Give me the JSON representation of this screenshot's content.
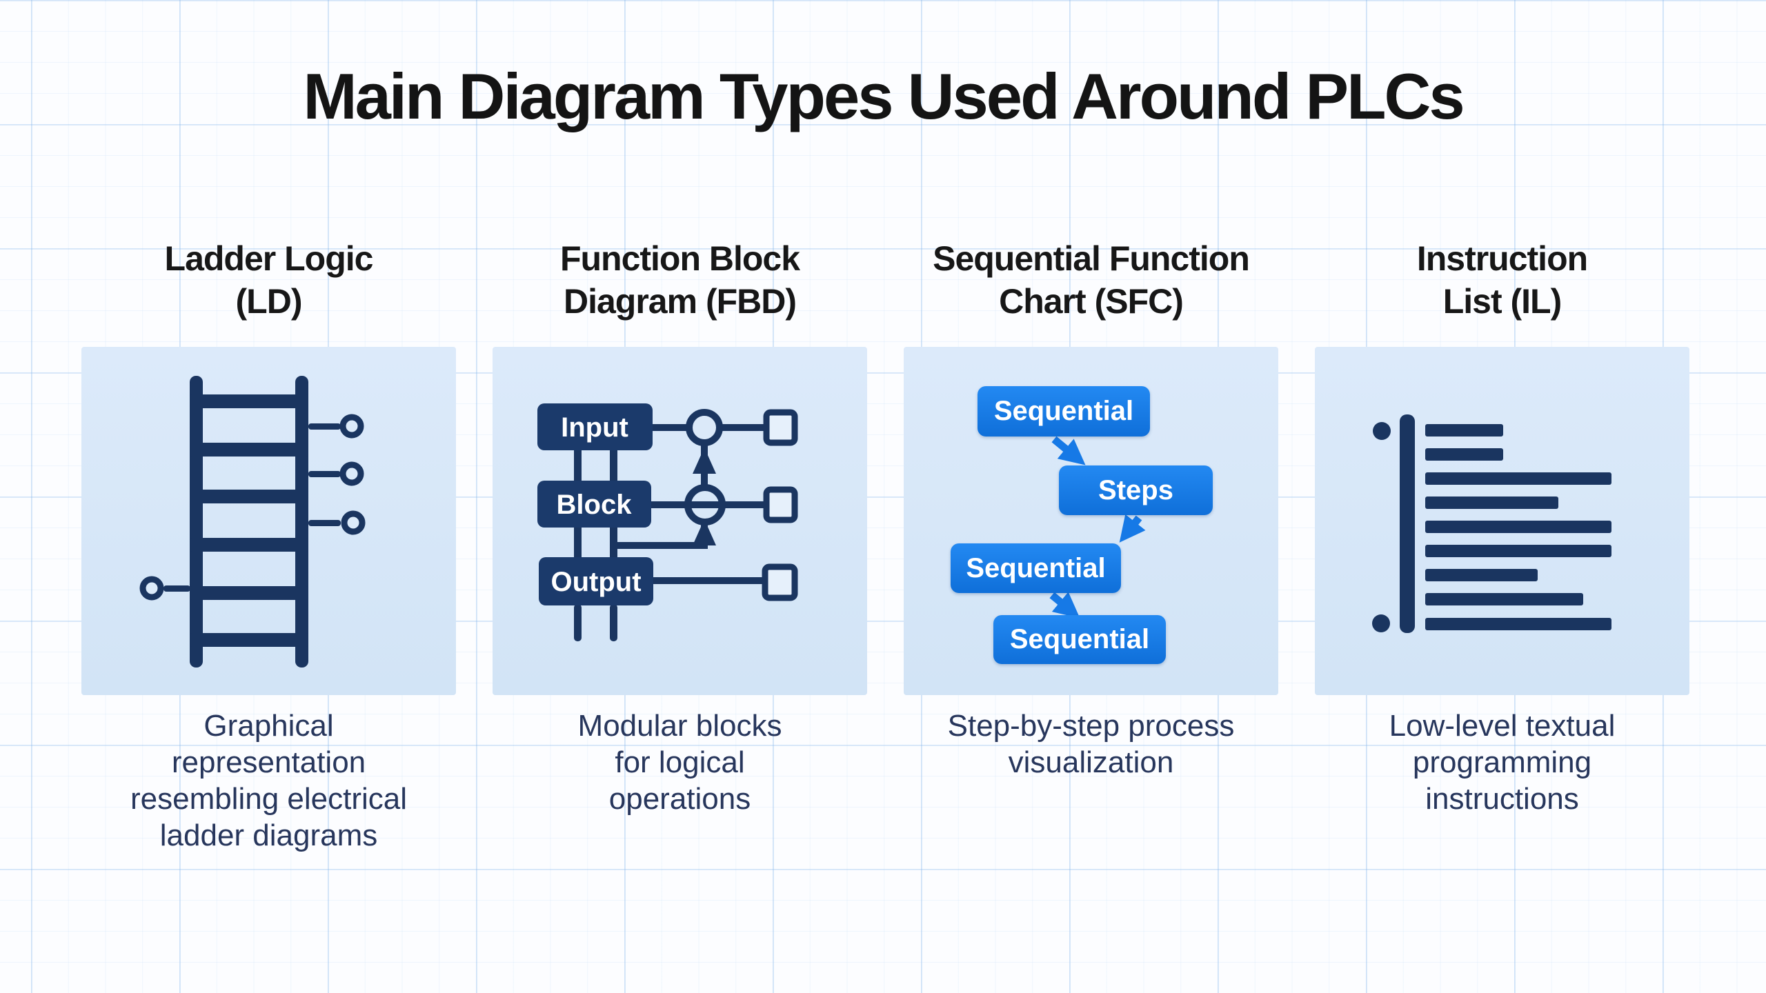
{
  "title": "Main Diagram Types Used Around PLCs",
  "colors": {
    "card_bg": "#d6e6f7",
    "navy": "#1a3560",
    "bright_blue": "#1679e6",
    "heading_text": "#171717",
    "description_text": "#27365c",
    "box_label_text": "#ffffff",
    "grid_line": "#8cb9eb"
  },
  "columns": [
    {
      "id": "ld",
      "title": "Ladder Logic (LD)",
      "title_lines": [
        "Ladder Logic",
        "(LD)"
      ],
      "icon": "ladder-logic-icon",
      "description": "Graphical representation resembling electrical ladder diagrams",
      "description_lines": [
        "Graphical",
        "representation",
        "resembling electrical",
        "ladder diagrams"
      ]
    },
    {
      "id": "fbd",
      "title": "Function Block Diagram (FBD)",
      "title_lines": [
        "Function Block",
        "Diagram (FBD)"
      ],
      "icon": "function-block-diagram-icon",
      "fbd_labels": {
        "input": "Input",
        "block": "Block",
        "output": "Output"
      },
      "description": "Modular blocks for logical operations",
      "description_lines": [
        "Modular blocks",
        "for logical",
        "operations"
      ]
    },
    {
      "id": "sfc",
      "title": "Sequential Function Chart (SFC)",
      "title_lines": [
        "Sequential Function",
        "Chart (SFC)"
      ],
      "icon": "sequential-function-chart-icon",
      "sfc_labels": [
        "Sequential",
        "Steps",
        "Sequential",
        "Sequential"
      ],
      "description": "Step-by-step process visualization",
      "description_lines": [
        "Step-by-step process",
        "visualization"
      ]
    },
    {
      "id": "il",
      "title": "Instruction List (IL)",
      "title_lines": [
        "Instruction",
        "List (IL)"
      ],
      "icon": "instruction-list-icon",
      "description": "Low-level textual programming instructions",
      "description_lines": [
        "Low-level textual",
        "programming",
        "instructions"
      ]
    }
  ]
}
